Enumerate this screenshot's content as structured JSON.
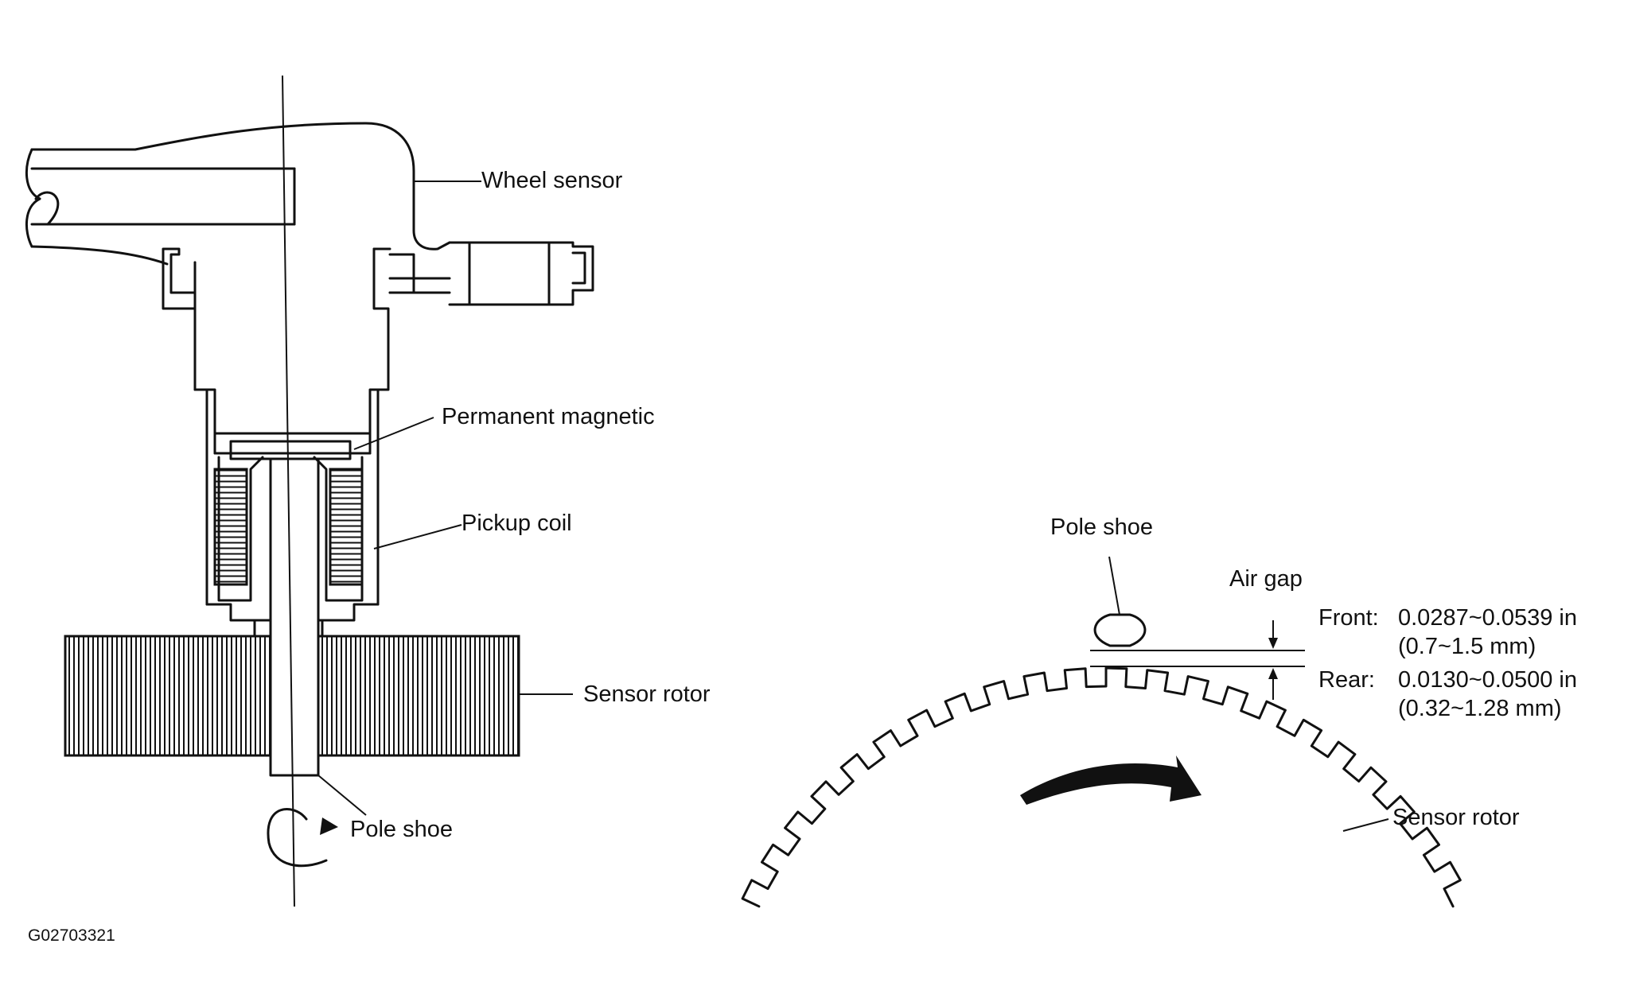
{
  "labels": {
    "wheel_sensor": "Wheel sensor",
    "permanent_magnetic": "Permanent magnetic",
    "pickup_coil": "Pickup coil",
    "sensor_rotor_left": "Sensor rotor",
    "pole_shoe_left": "Pole shoe",
    "pole_shoe_right": "Pole shoe",
    "air_gap": "Air gap",
    "front_label": "Front:",
    "front_in": "0.0287~0.0539 in",
    "front_mm": "(0.7~1.5 mm)",
    "rear_label": "Rear:",
    "rear_in": "0.0130~0.0500 in",
    "rear_mm": "(0.32~1.28 mm)",
    "sensor_rotor_right": "Sensor rotor"
  },
  "figure_code": "G02703321"
}
